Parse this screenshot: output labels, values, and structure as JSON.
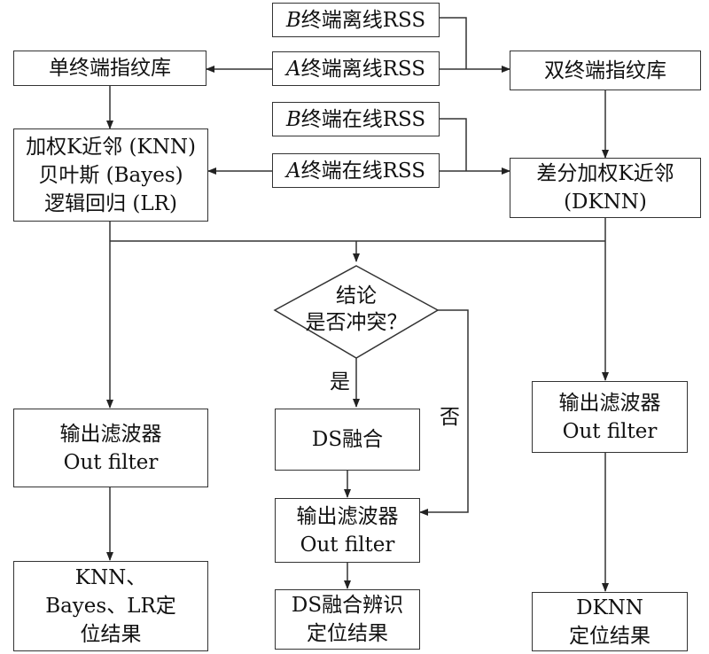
{
  "nodes": {
    "b_offline": {
      "prefix": "B",
      "text": "终端离线RSS"
    },
    "a_offline": {
      "prefix": "A",
      "text": "终端离线RSS"
    },
    "single_db": {
      "text": "单终端指纹库"
    },
    "dual_db": {
      "text": "双终端指纹库"
    },
    "b_online": {
      "prefix": "B",
      "text": "终端在线RSS"
    },
    "a_online": {
      "prefix": "A",
      "text": "终端在线RSS"
    },
    "algorithms": {
      "lines": [
        "加权K近邻 (KNN)",
        "贝叶斯 (Bayes)",
        "逻辑回归 (LR)"
      ]
    },
    "dknn": {
      "lines": [
        "差分加权K近邻",
        "(DKNN)"
      ]
    },
    "decision": {
      "lines": [
        "结论",
        "是否冲突？"
      ]
    },
    "ds_fusion": {
      "text": "DS融合"
    },
    "filter_left": {
      "lines": [
        "输出滤波器",
        "Out filter"
      ]
    },
    "filter_mid": {
      "lines": [
        "输出滤波器",
        "Out filter"
      ]
    },
    "filter_right": {
      "lines": [
        "输出滤波器",
        "Out filter"
      ]
    },
    "result_left": {
      "lines": [
        "KNN、",
        "Bayes、LR定",
        "位结果"
      ]
    },
    "result_mid": {
      "lines": [
        "DS融合辨识",
        "定位结果"
      ]
    },
    "result_right": {
      "lines": [
        "DKNN",
        "定位结果"
      ]
    }
  },
  "edge_labels": {
    "yes": "是",
    "no": "否"
  }
}
